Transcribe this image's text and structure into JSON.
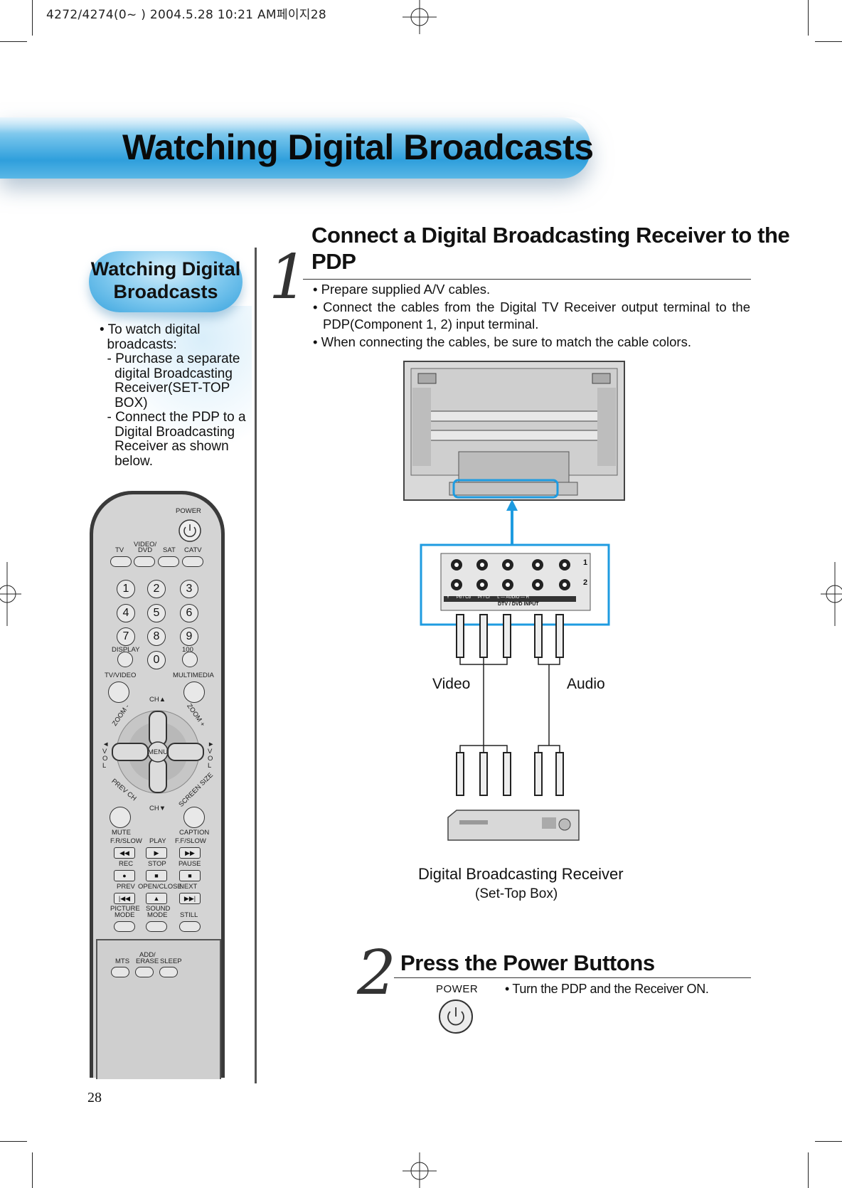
{
  "header_meta": "4272/4274(0~ ) 2004.5.28 10:21 AM페이지28",
  "page_title": "Watching Digital Broadcasts",
  "sidebar": {
    "title_line1": "Watching Digital",
    "title_line2": "Broadcasts",
    "lines": [
      "• To watch digital",
      "  broadcasts:",
      "  - Purchase a separate",
      "    digital Broadcasting",
      "    Receiver(SET-TOP",
      "    BOX)",
      "  - Connect the PDP to a",
      "    Digital Broadcasting",
      "    Receiver as shown",
      "    below."
    ]
  },
  "step1": {
    "number": "1",
    "title_line1": "Connect a Digital Broadcasting Receiver to the",
    "title_line2": "PDP",
    "bullets": [
      "• Prepare supplied A/V cables.",
      "• Connect the cables from the Digital TV Receiver output terminal to the",
      "  PDP(Component 1, 2) input terminal.",
      "• When connecting the cables, be sure to match the cable colors."
    ],
    "diagram": {
      "video_label": "Video",
      "audio_label": "Audio",
      "panel_row1": "1",
      "panel_row2": "2",
      "panel_strip": "Y      Pb / Cb      Pr / Cr      L — AUDIO — R",
      "panel_caption": "DTV / DVD INPUT",
      "receiver_label": "Digital Broadcasting Receiver",
      "receiver_sub": "(Set-Top Box)"
    }
  },
  "step2": {
    "number": "2",
    "title": "Press the Power Buttons",
    "power_label": "POWER",
    "bullet": "• Turn the PDP and the Receiver ON."
  },
  "remote": {
    "power": "POWER",
    "tv": "TV",
    "video_dvd_1": "VIDEO/",
    "video_dvd_2": "DVD",
    "sat": "SAT",
    "catv": "CATV",
    "digits": [
      "1",
      "2",
      "3",
      "4",
      "5",
      "6",
      "7",
      "8",
      "9",
      "0"
    ],
    "display": "DISPLAY",
    "hundred": "100",
    "tv_video": "TV/VIDEO",
    "multimedia": "MULTIMEDIA",
    "ch_up": "CH▲",
    "ch_down": "CH▼",
    "zoom_minus": "ZOOM -",
    "zoom_plus": "ZOOM +",
    "vol_left": "◄ V O L",
    "vol_right": "► V O L",
    "menu": "MENU",
    "prev_ch": "PREV CH",
    "screen_size": "SCREEN SIZE",
    "mute": "MUTE",
    "caption": "CAPTION",
    "fr_slow": "F.R/SLOW",
    "play": "PLAY",
    "ff_slow": "F.F/SLOW",
    "rec": "REC",
    "stop": "STOP",
    "pause": "PAUSE",
    "prev": "PREV",
    "open_close": "OPEN/CLOSE",
    "next": "NEXT",
    "picture_mode_1": "PICTURE",
    "picture_mode_2": "MODE",
    "sound_mode_1": "SOUND",
    "sound_mode_2": "MODE",
    "still": "STILL",
    "mts": "MTS",
    "add_erase_1": "ADD/",
    "add_erase_2": "ERASE",
    "sleep": "SLEEP"
  },
  "page_number": "28"
}
